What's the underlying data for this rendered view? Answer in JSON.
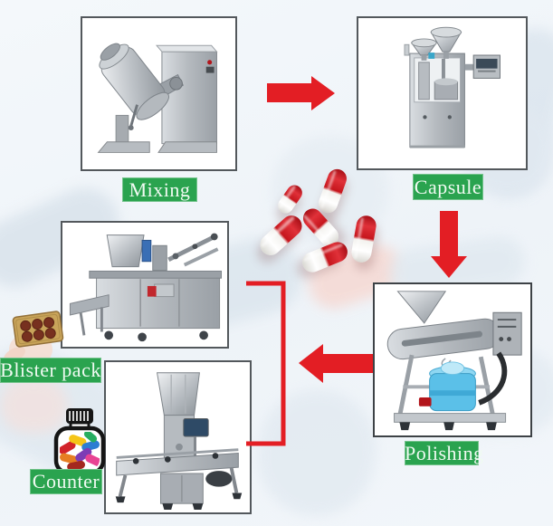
{
  "stages": {
    "mixing": {
      "label": "Mixing"
    },
    "capsule": {
      "label": "Capsule"
    },
    "polishing": {
      "label": "Polishing"
    },
    "blister": {
      "label": "Blister pack"
    },
    "counter": {
      "label": "Counter"
    }
  },
  "flow": [
    {
      "from": "Mixing",
      "to": "Capsule",
      "arrow": "right"
    },
    {
      "from": "Capsule",
      "to": "Polishing",
      "arrow": "down"
    },
    {
      "from": "Polishing",
      "to": "Blister pack and Counter",
      "arrow": "left-into-bracket"
    }
  ],
  "colors": {
    "label_bg": "#2aa34f",
    "label_text": "#f0faf2",
    "arrow_red": "#e31e24",
    "frame_border": "#53585c",
    "capsule_red": "#c6161d",
    "capsule_white": "#f7f7f5",
    "background": "#f2f6fa"
  },
  "icons": {
    "center_graphic": "red-white-capsules-photo",
    "blister_graphic": "hand-holding-blister-pack",
    "counter_graphic": "bottle-of-colorful-capsules"
  }
}
